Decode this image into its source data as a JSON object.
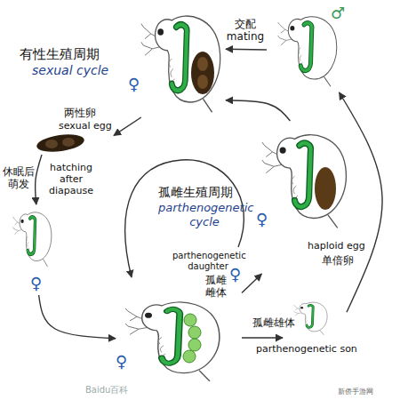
{
  "diagram": {
    "nodes": [
      {
        "text": [
          "♀"
        ]
      },
      {
        "text": [
          "♂"
        ]
      },
      {
        "text": [
          "两性卵",
          "sexual egg"
        ]
      },
      {
        "text": [
          "♀"
        ]
      },
      {
        "text": [
          "♀",
          "haploid egg",
          "单倍卵"
        ]
      },
      {
        "text": [
          "♀"
        ]
      },
      {
        "text": [
          "孤雌雄体",
          "parthenogenetic son"
        ]
      }
    ],
    "edges": [
      {
        "from": 1,
        "to": 0,
        "arrow": "to",
        "label": "交配 mating"
      },
      {
        "from": 4,
        "to": 0,
        "arrow": "to"
      },
      {
        "from": 0,
        "to": 2,
        "arrow": "to"
      },
      {
        "from": 2,
        "to": 3,
        "arrow": "to",
        "label": "hatching after diapause"
      },
      {
        "from": 3,
        "to": 5,
        "arrow": "to"
      },
      {
        "from": 5,
        "to": 6,
        "arrow": "to"
      },
      {
        "from": 6,
        "to": 1,
        "arrow": "to"
      },
      {
        "from": 5,
        "to": 4,
        "arrow": "to"
      }
    ],
    "labels": [
      "有性生殖周期",
      "sexual cycle",
      "孤雌生殖周期",
      "parthenogenetic cycle",
      "休眠后 萌发",
      "parthenogenetic daughter",
      "♀",
      "孤雌雌体",
      "Baidu百科",
      "新侨手游网"
    ]
  }
}
